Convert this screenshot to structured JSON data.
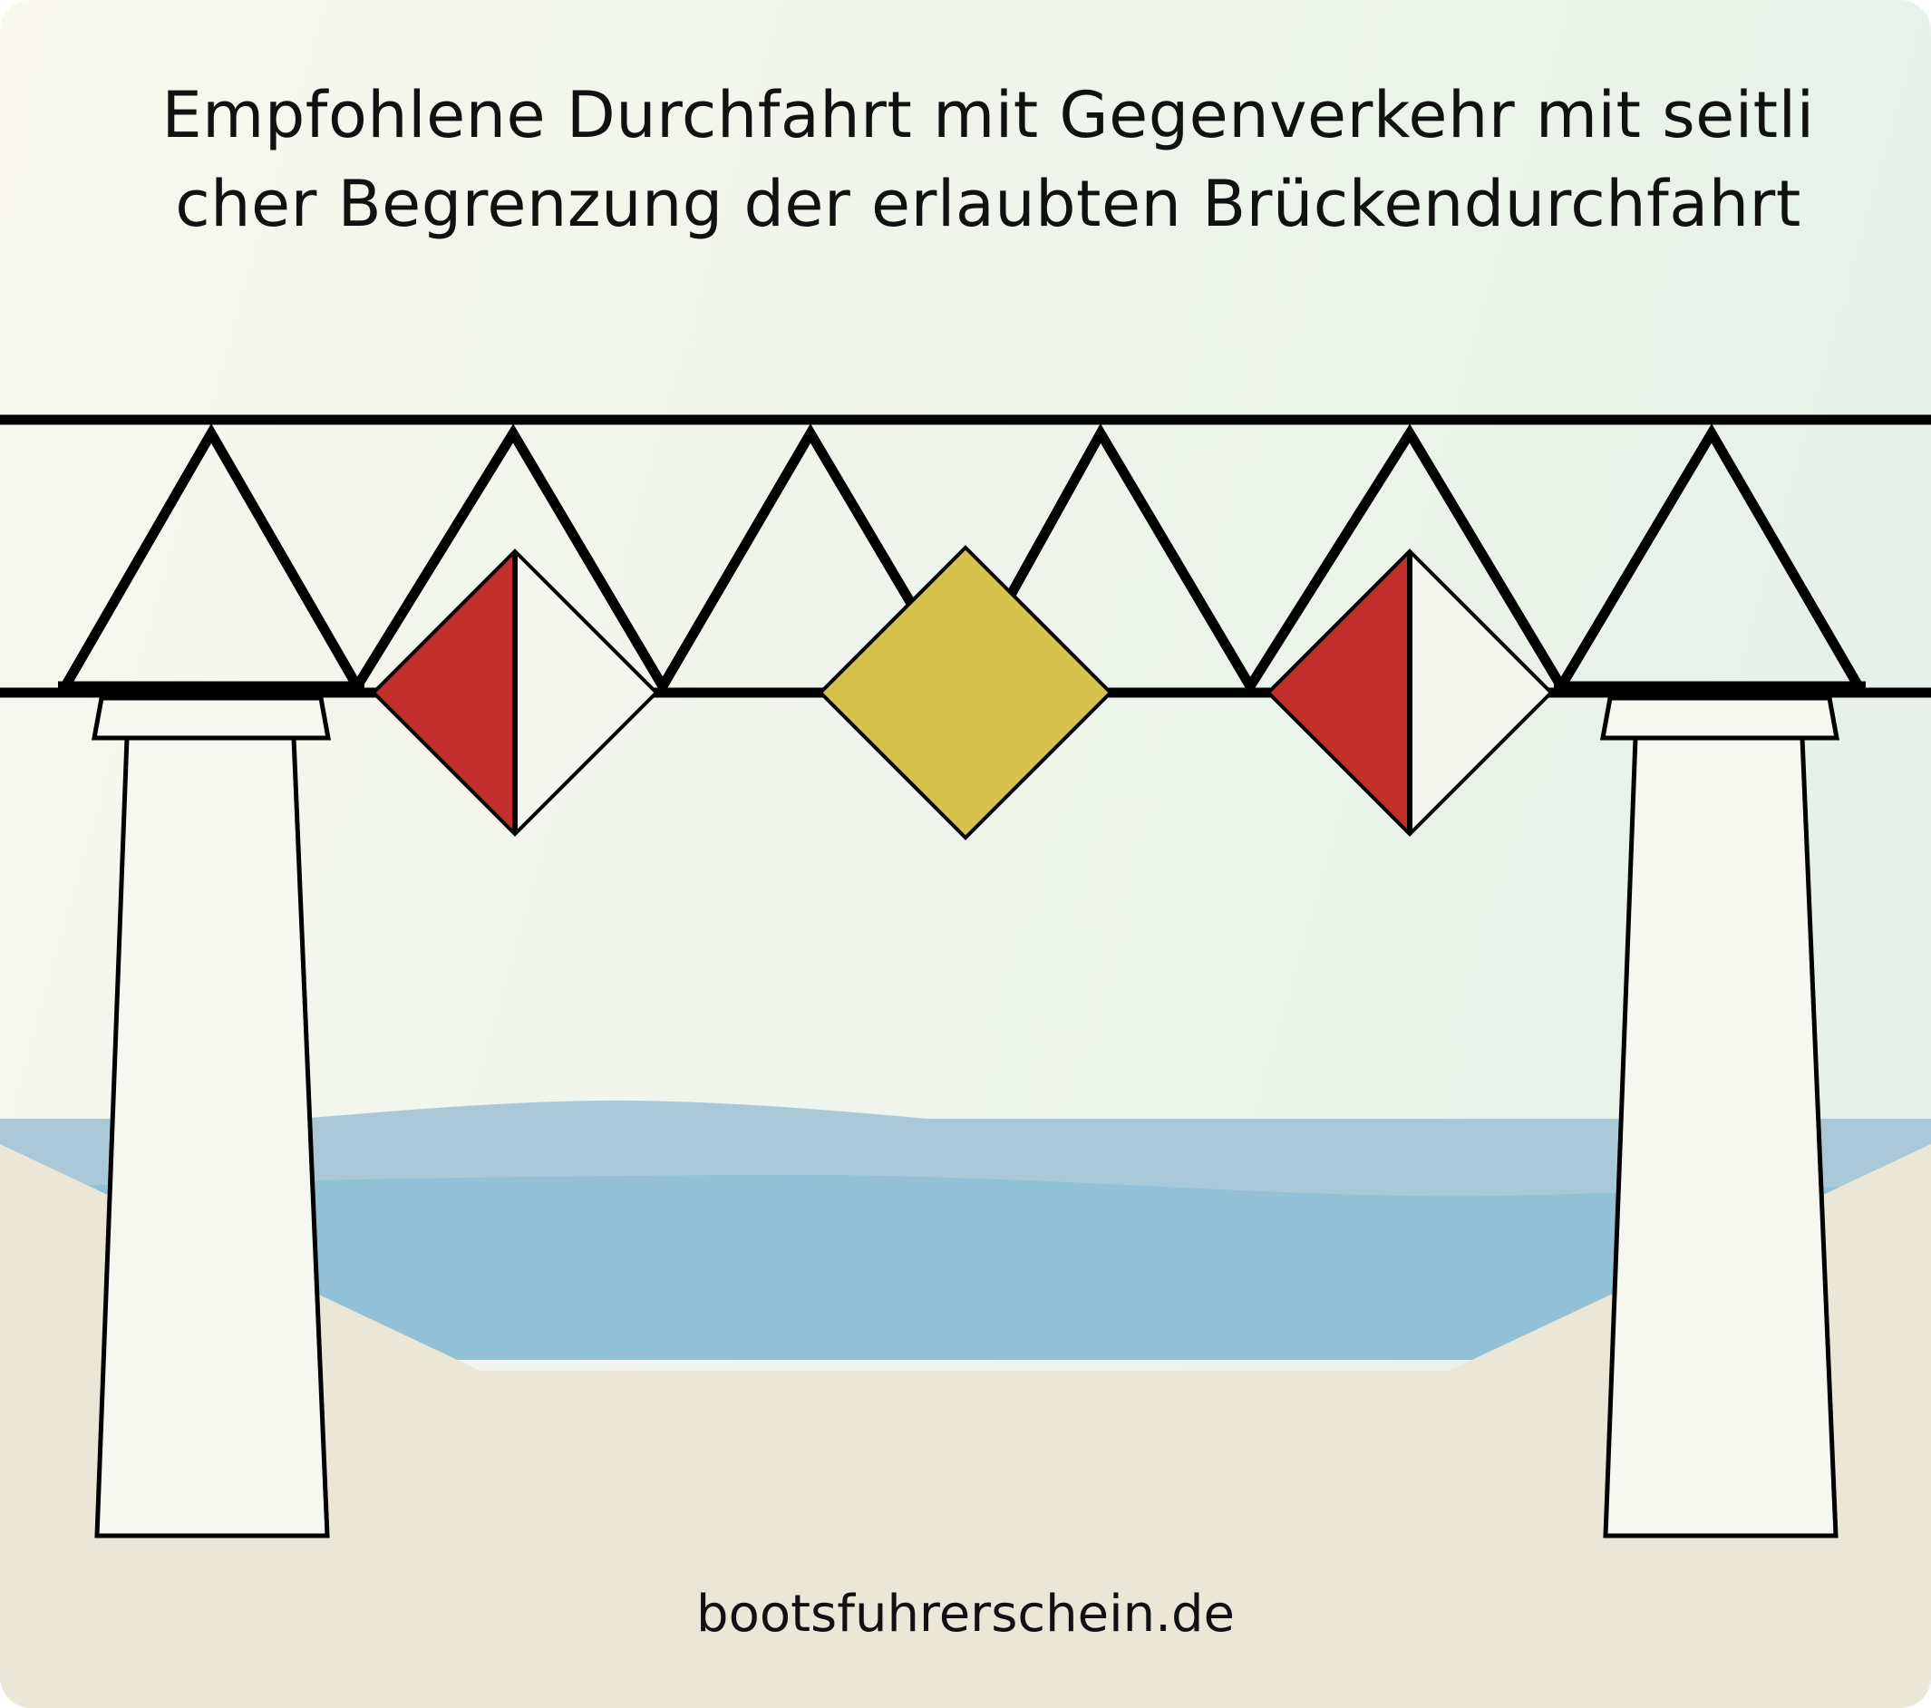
{
  "title": {
    "line1": "Empfohlene Durchfahrt mit Gegenverkehr mit seitli",
    "line2": "cher Begrenzung der erlaubten Brückendurchfahrt"
  },
  "footer": {
    "text": "bootsfuhrerschein.de"
  },
  "colors": {
    "sky_light": "#f7f8f0",
    "sky_tint": "#e8f2ea",
    "ground": "#ebe7d6",
    "water_light": "#a8c9d8",
    "water_dark": "#92c0d6",
    "pillar": "#f5f7f0",
    "outline": "#000000",
    "sign_red": "#c3302c",
    "sign_white": "#f3f5ee",
    "sign_yellow": "#d8c24e"
  },
  "signs": [
    {
      "type": "red-white",
      "meaning": "seitliche Begrenzung"
    },
    {
      "type": "yellow",
      "meaning": "empfohlene Durchfahrt mit Gegenverkehr"
    },
    {
      "type": "red-white",
      "meaning": "seitliche Begrenzung"
    }
  ]
}
